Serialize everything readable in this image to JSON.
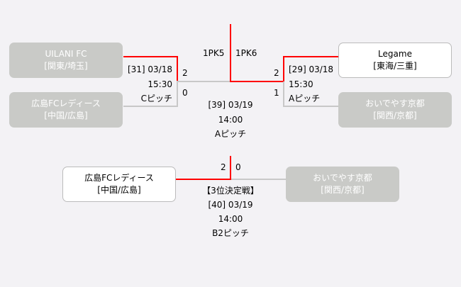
{
  "semifinal_left": {
    "team_top": {
      "name": "UILANI FC",
      "region": "[関東/埼玉]"
    },
    "team_bottom": {
      "name": "広島FCレディース",
      "region": "[中国/広島]"
    },
    "match": "[31] 03/18",
    "time": "15:30",
    "pitch": "Cピッチ",
    "score_top": "2",
    "score_bottom": "0"
  },
  "semifinal_right": {
    "team_top": {
      "name": "Legame",
      "region": "[東海/三重]"
    },
    "team_bottom": {
      "name": "おいでやす京都",
      "region": "[関西/京都]"
    },
    "match": "[29] 03/18",
    "time": "15:30",
    "pitch": "Aピッチ",
    "score_top": "2",
    "score_bottom": "1"
  },
  "final": {
    "score_left": "1PK5",
    "score_right": "1PK6",
    "match": "[39] 03/19",
    "time": "14:00",
    "pitch": "Aピッチ"
  },
  "third_place": {
    "title": "【3位決定戦】",
    "team_left": {
      "name": "広島FCレディース",
      "region": "[中国/広島]"
    },
    "team_right": {
      "name": "おいでやす京都",
      "region": "[関西/京都]"
    },
    "score_left": "2",
    "score_right": "0",
    "match": "[40] 03/19",
    "time": "14:00",
    "pitch": "B2ピッチ"
  },
  "colors": {
    "winner_line": "#ff0000",
    "loser_line": "#c8c8c8",
    "loser_box": "#c9cac7"
  }
}
